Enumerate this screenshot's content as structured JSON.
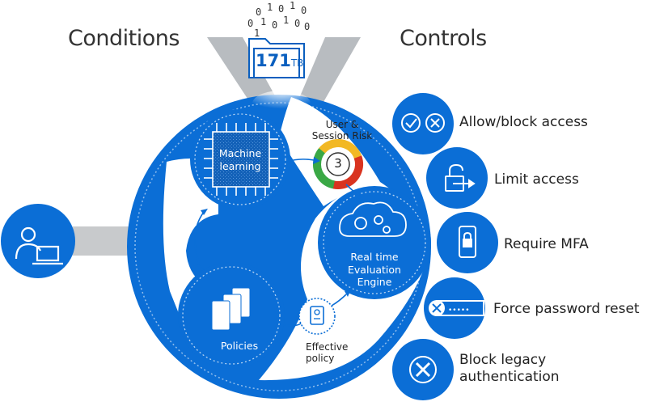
{
  "headings": {
    "conditions": "Conditions",
    "controls": "Controls"
  },
  "data_badge": {
    "binary_digits": [
      "0",
      "1",
      "0",
      "1",
      "0",
      "0",
      "1",
      "0",
      "1",
      "0",
      "0",
      "1"
    ],
    "size_value": "171",
    "size_unit": "TB"
  },
  "nodes": {
    "machine_learning": "Machine learning",
    "machine_learning_line1": "Machine",
    "machine_learning_line2": "learning",
    "risk_label_line1": "User &",
    "risk_label_line2": "Session Risk",
    "risk_score": "3",
    "engine_line1": "Real time",
    "engine_line2": "Evaluation",
    "engine_line3": "Engine",
    "policies": "Policies",
    "effective_line1": "Effective",
    "effective_line2": "policy"
  },
  "controls": [
    {
      "label": "Allow/block access",
      "icon": "allow-block-icon"
    },
    {
      "label": "Limit access",
      "icon": "limit-access-icon"
    },
    {
      "label": "Require MFA",
      "icon": "mfa-phone-icon"
    },
    {
      "label": "Force password reset",
      "icon": "password-reset-icon"
    },
    {
      "label": "Block legacy",
      "label2": "authentication",
      "icon": "block-legacy-icon"
    }
  ],
  "colors": {
    "primary": "#0b6ed6",
    "dark": "#0a5fbf",
    "light": "#ffffff",
    "funnel": "#b8bcc0",
    "risk_green": "#3aa845",
    "risk_yellow": "#f2b824",
    "risk_red": "#d9331f"
  }
}
